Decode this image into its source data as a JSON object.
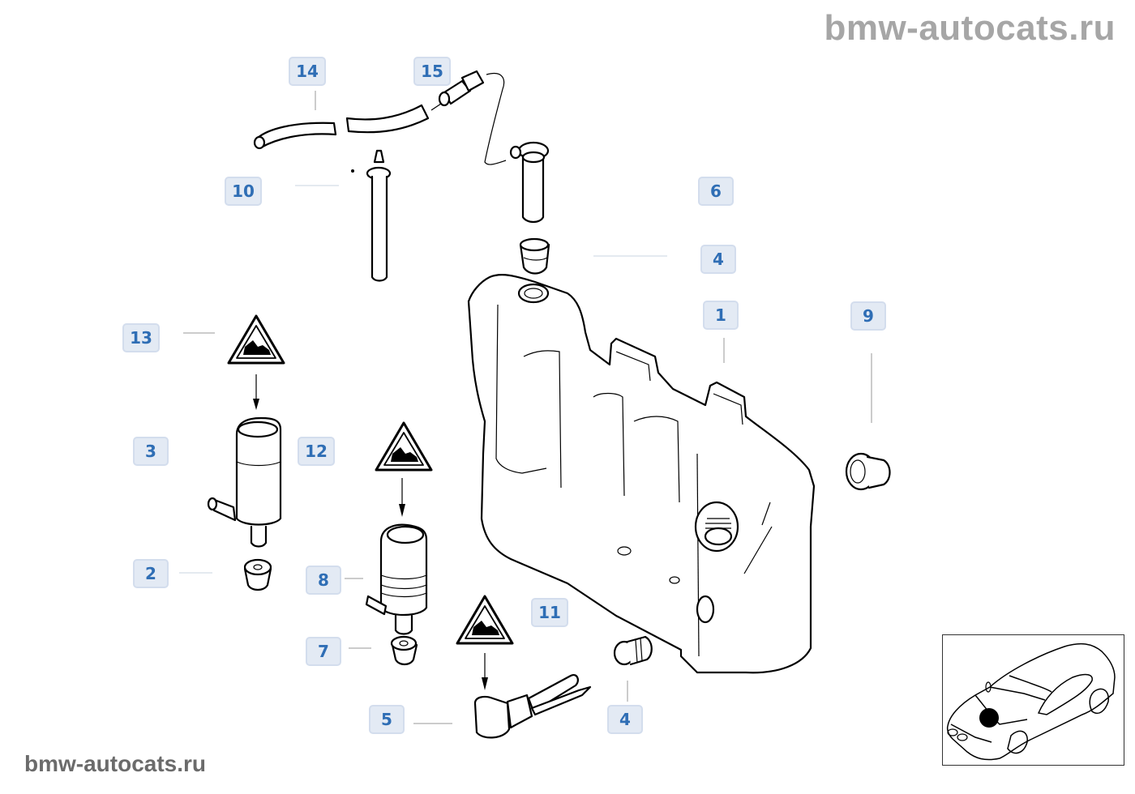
{
  "watermarks": {
    "top": "bmw-autocats.ru",
    "bottom": "bmw-autocats.ru"
  },
  "diagram": {
    "subject": "Windscreen washer reservoir assembly",
    "callouts": [
      {
        "id": "c14",
        "label": "14"
      },
      {
        "id": "c15",
        "label": "15"
      },
      {
        "id": "c10",
        "label": "10"
      },
      {
        "id": "c6",
        "label": "6"
      },
      {
        "id": "c4a",
        "label": "4"
      },
      {
        "id": "c1",
        "label": "1"
      },
      {
        "id": "c9",
        "label": "9"
      },
      {
        "id": "c13",
        "label": "13"
      },
      {
        "id": "c3",
        "label": "3"
      },
      {
        "id": "c12",
        "label": "12"
      },
      {
        "id": "c2",
        "label": "2"
      },
      {
        "id": "c8",
        "label": "8"
      },
      {
        "id": "c7",
        "label": "7"
      },
      {
        "id": "c11",
        "label": "11"
      },
      {
        "id": "c5",
        "label": "5"
      },
      {
        "id": "c4b",
        "label": "4"
      }
    ],
    "parts": [
      {
        "ref": "1",
        "name": "washer-fluid-reservoir"
      },
      {
        "ref": "2",
        "name": "grommet"
      },
      {
        "ref": "3",
        "name": "washer-pump"
      },
      {
        "ref": "4",
        "name": "grommet"
      },
      {
        "ref": "5",
        "name": "level-sensor"
      },
      {
        "ref": "6",
        "name": "intake-filter-pipe"
      },
      {
        "ref": "7",
        "name": "grommet"
      },
      {
        "ref": "8",
        "name": "washer-pump"
      },
      {
        "ref": "9",
        "name": "plug"
      },
      {
        "ref": "10",
        "name": "intake-pipe"
      },
      {
        "ref": "11",
        "name": "heavy-metal-notice-symbol"
      },
      {
        "ref": "12",
        "name": "heavy-metal-notice-symbol"
      },
      {
        "ref": "13",
        "name": "heavy-metal-notice-symbol"
      },
      {
        "ref": "14",
        "name": "hose"
      },
      {
        "ref": "15",
        "name": "connector"
      }
    ],
    "locator": {
      "highlight": "front-hood-area"
    }
  }
}
